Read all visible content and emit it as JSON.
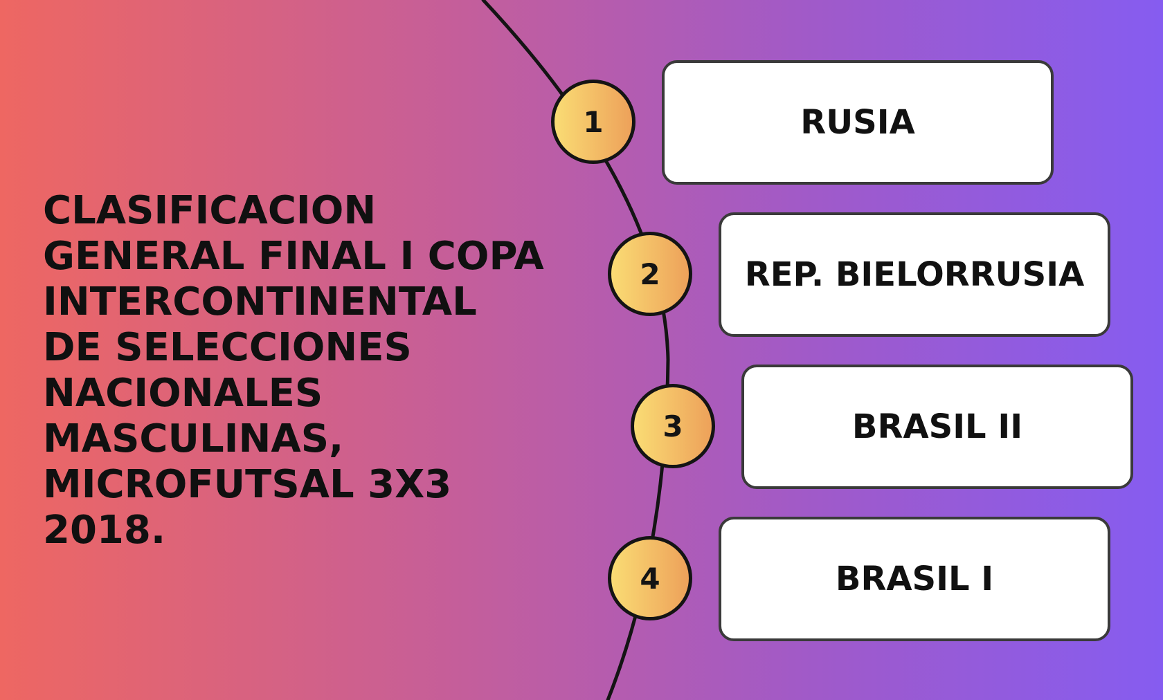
{
  "title_lines": [
    "CLASIFICACION",
    "GENERAL FINAL I COPA",
    "INTERCONTINENTAL",
    "DE SELECCIONES",
    "NACIONALES",
    "MASCULINAS,",
    "MICROFUTSAL 3X3",
    "2018."
  ],
  "ranking": [
    {
      "number": "1",
      "team": "RUSIA"
    },
    {
      "number": "2",
      "team": "REP. BIELORRUSIA"
    },
    {
      "number": "3",
      "team": "BRASIL II"
    },
    {
      "number": "4",
      "team": "BRASIL I"
    }
  ],
  "colors": {
    "background_left": "#ee6762",
    "background_right": "#865cf0",
    "circle_fill_left": "#fadc74",
    "circle_fill_right": "#eda15a",
    "box_fill": "#ffffff",
    "outline": "#141414"
  }
}
